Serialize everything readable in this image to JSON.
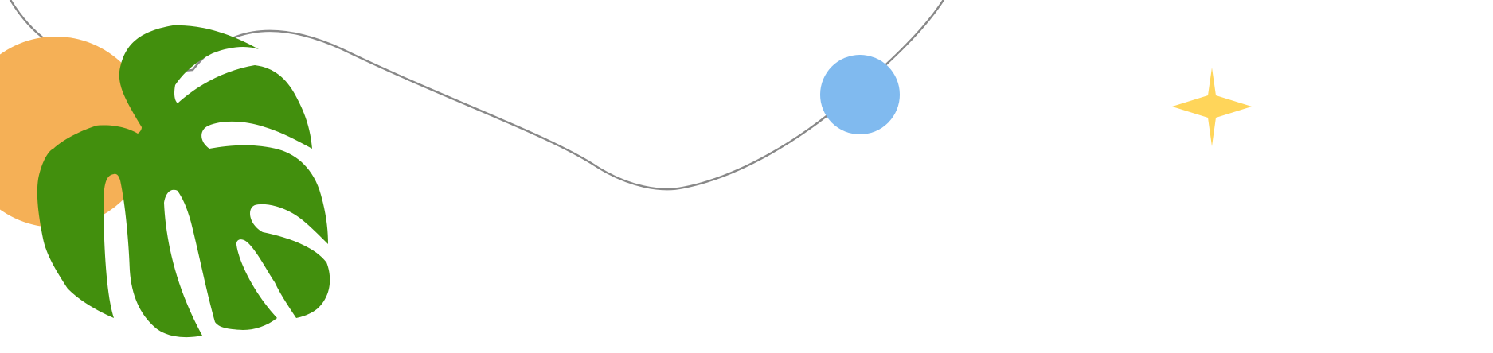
{
  "colors": {
    "background": "#FFFFFF",
    "sun": "#F5B056",
    "leaf": "#428F0D",
    "moon": "#80BAEF",
    "sparkle": "#FFD55A",
    "line": "#888888"
  },
  "icons": [
    "sun-circle",
    "monstera-leaf-icon",
    "moon-circle",
    "sparkle-icon",
    "decorative-curve"
  ]
}
